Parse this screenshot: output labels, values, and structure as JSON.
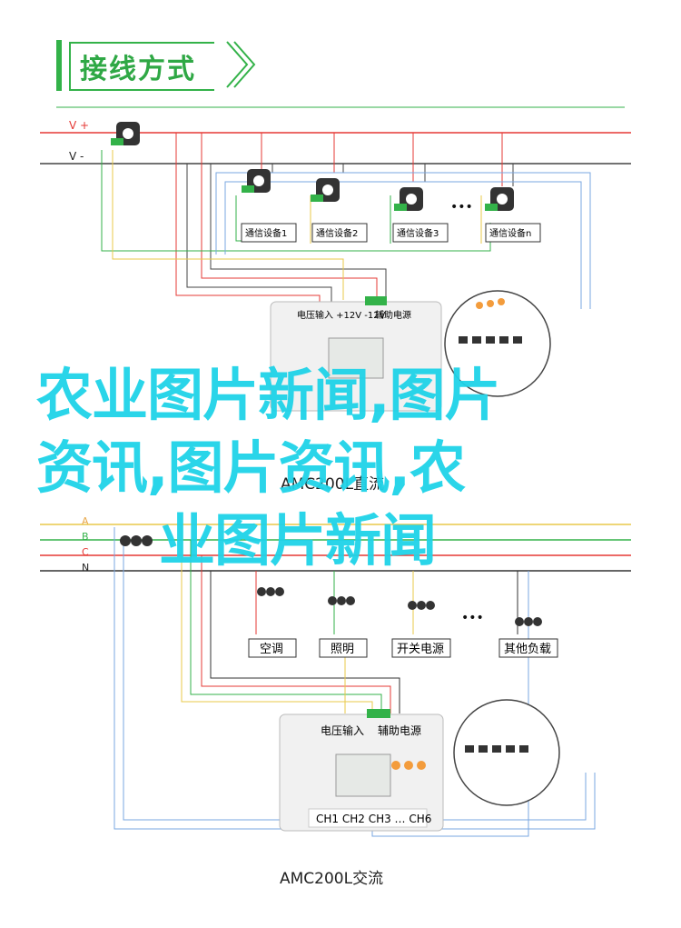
{
  "header": {
    "title": "接线方式"
  },
  "dc": {
    "rail_pos": "V +",
    "rail_neg": "V -",
    "devices": [
      "通信设备1",
      "通信设备2",
      "通信设备3",
      "通信设备n"
    ],
    "ellipsis": "•••",
    "module_label_left": "电压输入 +12V -12V",
    "module_label_right": "辅助电源",
    "caption": "AMC200L直流"
  },
  "ac": {
    "phases": [
      "A",
      "B",
      "C",
      "N"
    ],
    "loads": [
      "空调",
      "照明",
      "开关电源",
      "其他负载"
    ],
    "ellipsis": "•••",
    "module_label_left": "电压输入",
    "module_label_right": "辅助电源",
    "channels": "CH1 CH2 CH3 … CH6",
    "caption": "AMC200L交流"
  },
  "overlay": {
    "line1": "农业图片新闻,图片",
    "line2": "资讯,图片资讯,农",
    "line3": "业图片新闻"
  },
  "colors": {
    "green": "#33b249",
    "red": "#e53935",
    "cyan": "#1fd3e8"
  }
}
